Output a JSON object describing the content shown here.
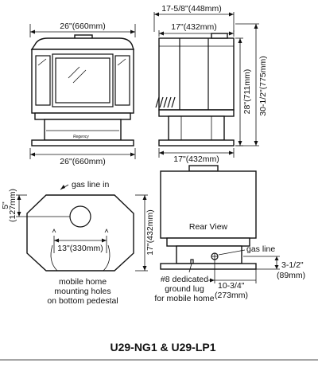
{
  "front_view": {
    "top_width": "26\"(660mm)",
    "bottom_width": "26\"(660mm)",
    "badge": "Regency"
  },
  "side_view": {
    "depth_top": "17-5/8\"(448mm)",
    "depth_inner": "17\"(432mm)",
    "depth_bottom": "17\"(432mm)",
    "height_inner": "28\"(711mm)",
    "height_overall": "30-1/2\"(775mm)"
  },
  "pedestal_view": {
    "gas_line_label": "gas line in",
    "offset_label": "5\"",
    "offset_mm": "(127mm)",
    "hole_spacing": "13\"(330mm)",
    "depth_label": "17\"(432mm)",
    "note_line1": "mobile home",
    "note_line2": "mounting holes",
    "note_line3": "on bottom pedestal"
  },
  "rear_view": {
    "title": "Rear View",
    "gas_line_label": "gas line",
    "height_label": "3-1/2\"",
    "height_mm": "(89mm)",
    "lug_line1": "#8 dedicated",
    "lug_line2": "ground lug",
    "lug_line3": "for mobile home",
    "offset_label": "10-3/4\"",
    "offset_mm": "(273mm)"
  },
  "model_title": "U29-NG1 & U29-LP1"
}
